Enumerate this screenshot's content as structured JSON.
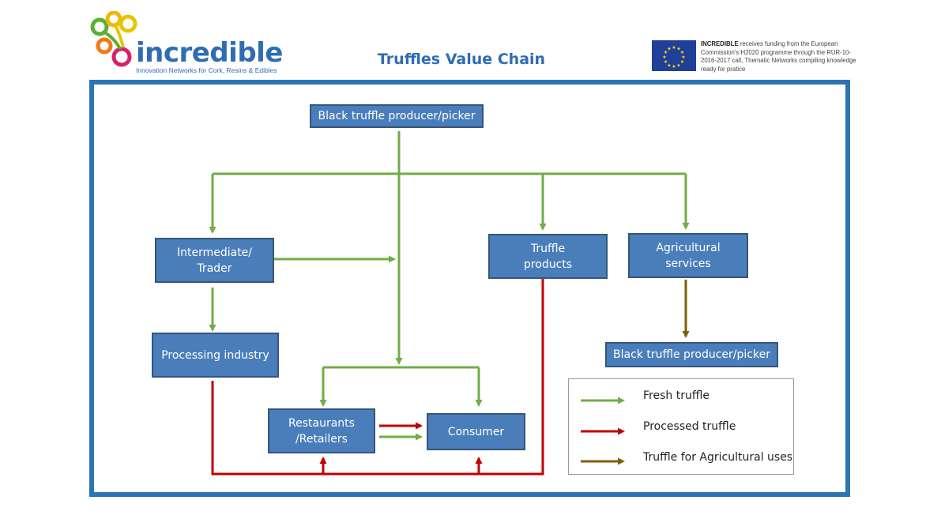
{
  "header": {
    "logo_word": "incredible",
    "logo_tagline": "Innovation Networks for Cork, Resins & Edibles",
    "title": "Truffles Value Chain",
    "funding_bold": "INCREDIBLE",
    "funding_text": " receives funding from the European Commission's H2020 programme through the RUR-10-2016-2017 call, Thematic Networks compiling knowledge ready for pratice"
  },
  "nodes": {
    "producer": "Black truffle producer/picker",
    "trader": "Intermediate/\nTrader",
    "truffle_products": "Truffle\nproducts",
    "agricultural": "Agricultural\nservices",
    "processing": "Processing industry",
    "producer_bottom": "Black truffle producer/picker",
    "restaurants": "Restaurants\n/Retailers",
    "consumer": "Consumer"
  },
  "legend": [
    {
      "label": "Fresh truffle",
      "color": "#70ad47"
    },
    {
      "label": "Processed truffle",
      "color": "#c00000"
    },
    {
      "label": "Truffle for Agricultural uses",
      "color": "#7f6000"
    }
  ],
  "colors": {
    "fresh": "#70ad47",
    "processed": "#c00000",
    "agricultural": "#7f6000",
    "box_fill": "#4a7ebb",
    "frame": "#2e74b5"
  }
}
